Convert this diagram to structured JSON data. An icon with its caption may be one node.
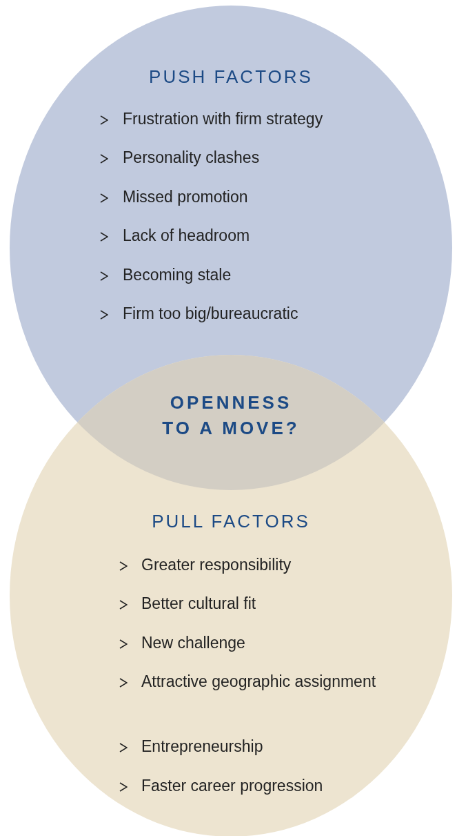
{
  "diagram": {
    "nodes": [
      {
        "text": [
          "PUSH FACTORS",
          "Frustration with firm strategy",
          "Personality clashes",
          "Missed promotion",
          "Lack of headroom",
          "Becoming stale",
          "Firm too big/bureaucratic"
        ]
      },
      {
        "text": [
          "PULL FACTORS",
          "Greater responsibility",
          "Better cultural fit",
          "New challenge",
          "Attractive geographic assignment",
          "Entrepreneurship",
          "Faster career progression"
        ]
      }
    ],
    "edges": [],
    "labels": [
      "OPENNESS TO A MOVE?"
    ]
  }
}
